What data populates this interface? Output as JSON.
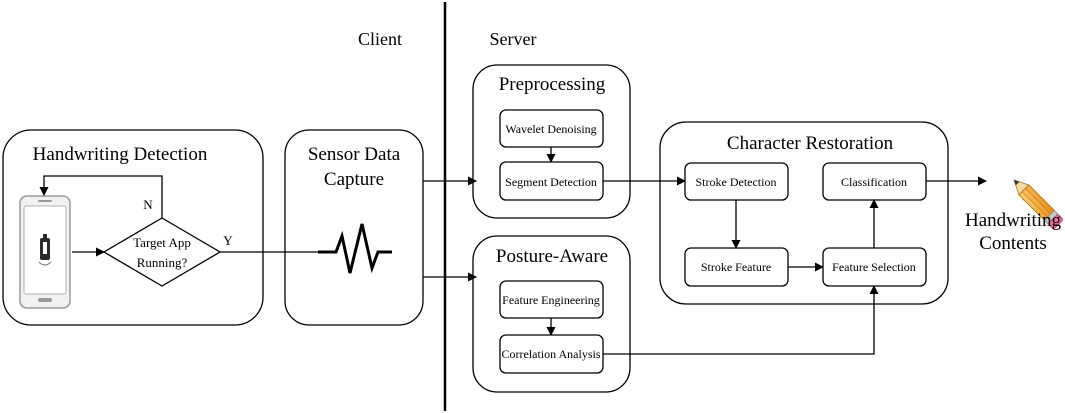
{
  "sections": {
    "client": "Client",
    "server": "Server"
  },
  "handwriting_detection": {
    "title": "Handwriting Detection",
    "decision_line1": "Target App",
    "decision_line2": "Running?",
    "no_label": "N",
    "yes_label": "Y"
  },
  "sensor_capture": {
    "title_line1": "Sensor Data",
    "title_line2": "Capture"
  },
  "preprocessing": {
    "title": "Preprocessing",
    "step1": "Wavelet Denoising",
    "step2": "Segment Detection"
  },
  "posture_aware": {
    "title": "Posture-Aware",
    "step1": "Feature Engineering",
    "step2": "Correlation Analysis"
  },
  "character_restoration": {
    "title": "Character Restoration",
    "stroke_detection": "Stroke Detection",
    "classification": "Classification",
    "stroke_feature": "Stroke Feature",
    "feature_selection": "Feature Selection"
  },
  "output": {
    "line1": "Handwriting",
    "line2": "Contents",
    "icon": "pencil-icon"
  },
  "colors": {
    "stroke": "#000000",
    "pencil_body": "#f5a623",
    "pencil_tip": "#f3d9a4",
    "eraser": "#f06aa0",
    "phone": "#cfcfcf"
  }
}
